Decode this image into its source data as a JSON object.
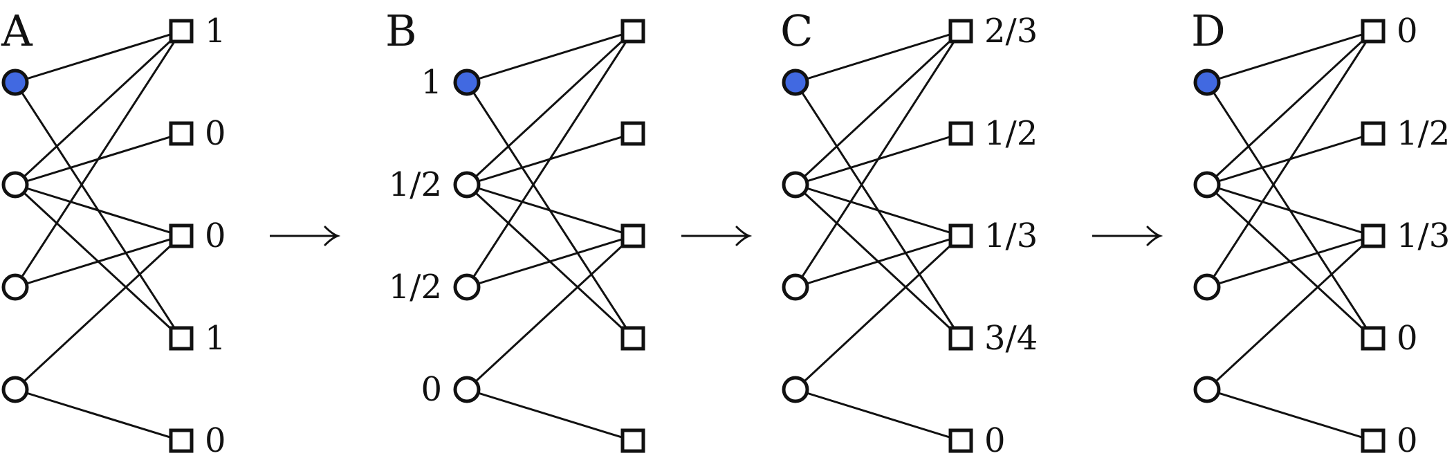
{
  "colors": {
    "highlight_fill": "#4169E1",
    "node_fill": "#FFFFFF",
    "line": "#111111"
  },
  "graph": {
    "variable_count": 4,
    "check_count": 5,
    "edges": [
      [
        0,
        0
      ],
      [
        0,
        3
      ],
      [
        1,
        0
      ],
      [
        1,
        1
      ],
      [
        1,
        2
      ],
      [
        1,
        3
      ],
      [
        2,
        0
      ],
      [
        2,
        2
      ],
      [
        3,
        2
      ],
      [
        3,
        4
      ]
    ],
    "highlighted_variable": 0
  },
  "panels": [
    {
      "label": "A",
      "variable_labels": [
        "",
        "",
        "",
        ""
      ],
      "check_labels": [
        "1",
        "0",
        "0",
        "1",
        "0"
      ]
    },
    {
      "label": "B",
      "variable_labels": [
        "1",
        "1/2",
        "1/2",
        "0"
      ],
      "check_labels": [
        "",
        "",
        "",
        "",
        ""
      ]
    },
    {
      "label": "C",
      "variable_labels": [
        "",
        "",
        "",
        ""
      ],
      "check_labels": [
        "2/3",
        "1/2",
        "1/3",
        "3/4",
        "0"
      ]
    },
    {
      "label": "D",
      "variable_labels": [
        "",
        "",
        "",
        ""
      ],
      "check_labels": [
        "0",
        "1/2",
        "1/3",
        "0",
        "0"
      ]
    }
  ],
  "arrows": [
    "→",
    "→",
    "→"
  ]
}
